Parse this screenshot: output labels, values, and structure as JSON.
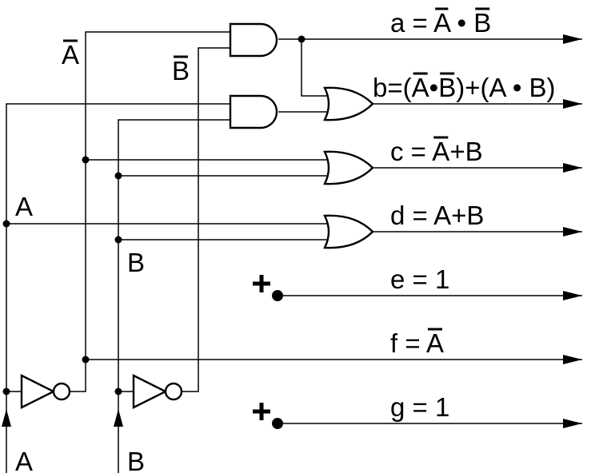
{
  "diagram": {
    "title": "",
    "type": "logic-circuit",
    "inputs": [
      {
        "id": "A",
        "label": "A"
      },
      {
        "id": "B",
        "label": "B"
      }
    ],
    "rail_labels": {
      "a_bar": {
        "text": "A",
        "overbar": true
      },
      "b_bar": {
        "text": "B",
        "overbar": true
      },
      "a": {
        "text": "A",
        "overbar": false
      },
      "b": {
        "text": "B",
        "overbar": false
      }
    },
    "gates": [
      {
        "id": "not-a",
        "type": "NOT",
        "inputs": [
          "A"
        ],
        "output": "A_bar"
      },
      {
        "id": "not-b",
        "type": "NOT",
        "inputs": [
          "B"
        ],
        "output": "B_bar"
      },
      {
        "id": "and-1",
        "type": "AND",
        "inputs": [
          "A_bar",
          "B_bar"
        ],
        "output": "a"
      },
      {
        "id": "and-2",
        "type": "AND",
        "inputs": [
          "A",
          "B"
        ],
        "output": "AB"
      },
      {
        "id": "or-b",
        "type": "OR",
        "inputs": [
          "a",
          "AB"
        ],
        "output": "b"
      },
      {
        "id": "or-c",
        "type": "OR",
        "inputs": [
          "A_bar",
          "B"
        ],
        "output": "c"
      },
      {
        "id": "or-d",
        "type": "OR",
        "inputs": [
          "A",
          "B"
        ],
        "output": "d"
      }
    ],
    "constants": [
      {
        "id": "const-e",
        "symbol": "+",
        "output": "e"
      },
      {
        "id": "const-g",
        "symbol": "+",
        "output": "g"
      }
    ],
    "outputs": [
      {
        "id": "a",
        "label_parts": [
          {
            "t": "a = "
          },
          {
            "t": "A",
            "bar": true
          },
          {
            "t": " • "
          },
          {
            "t": "B",
            "bar": true
          }
        ]
      },
      {
        "id": "b",
        "label_parts": [
          {
            "t": "b=("
          },
          {
            "t": "A",
            "bar": true
          },
          {
            "t": "•"
          },
          {
            "t": "B",
            "bar": true
          },
          {
            "t": ")+(A • B)"
          }
        ]
      },
      {
        "id": "c",
        "label_parts": [
          {
            "t": "c = "
          },
          {
            "t": "A",
            "bar": true
          },
          {
            "t": "+B"
          }
        ]
      },
      {
        "id": "d",
        "label_parts": [
          {
            "t": "d = A+B"
          }
        ]
      },
      {
        "id": "e",
        "label_parts": [
          {
            "t": "e = 1"
          }
        ]
      },
      {
        "id": "f",
        "label_parts": [
          {
            "t": "f = "
          },
          {
            "t": "A",
            "bar": true
          }
        ]
      },
      {
        "id": "g",
        "label_parts": [
          {
            "t": "g = 1"
          }
        ]
      }
    ],
    "colors": {
      "line": "#000000",
      "background": "#ffffff"
    }
  }
}
